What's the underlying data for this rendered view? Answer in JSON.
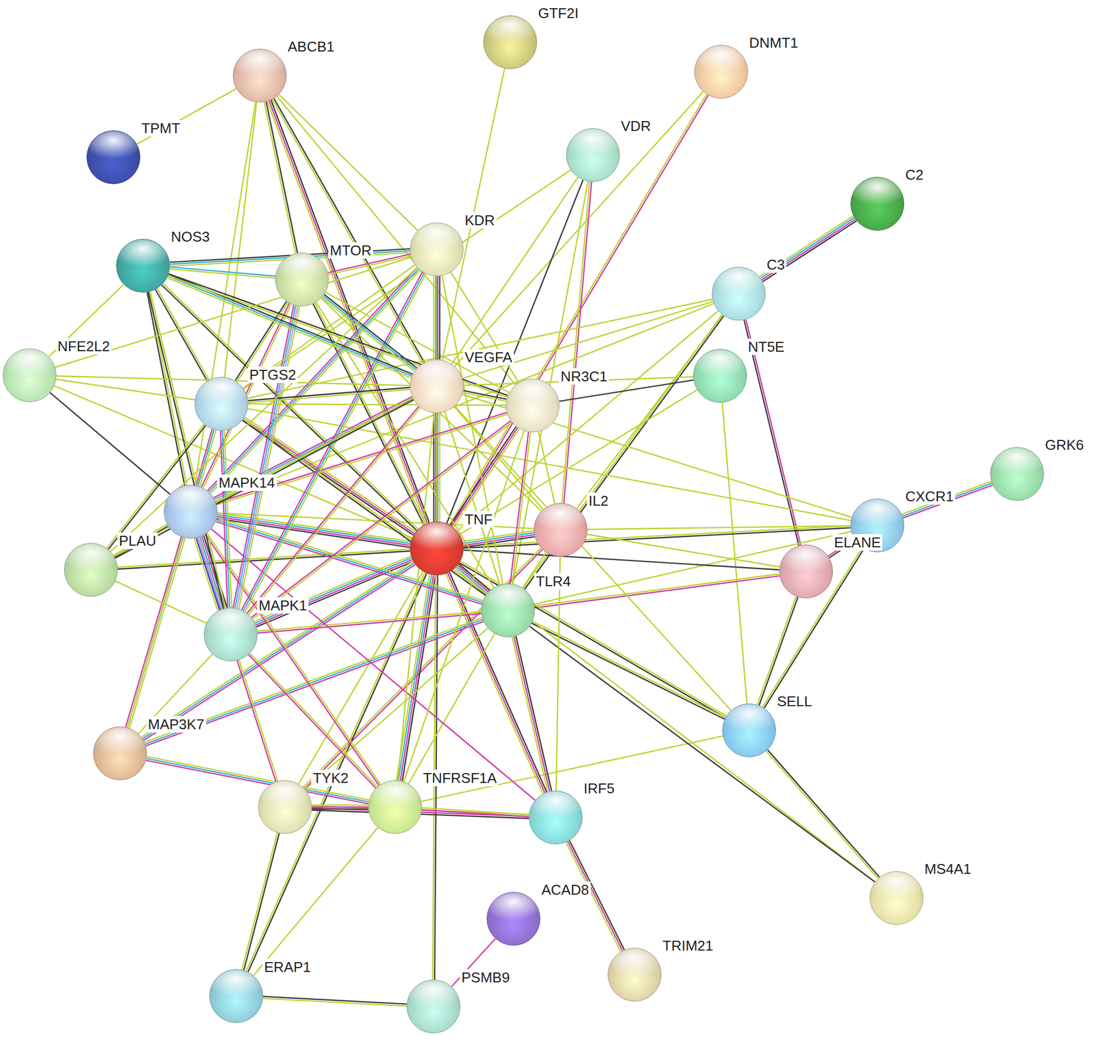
{
  "diagram": {
    "nodes": [
      {
        "text": [
          "GTF2I"
        ]
      },
      {
        "text": [
          "ABCB1"
        ]
      },
      {
        "text": [
          "DNMT1"
        ]
      },
      {
        "text": [
          "TPMT"
        ]
      },
      {
        "text": [
          "VDR"
        ]
      },
      {
        "text": [
          "C2"
        ]
      },
      {
        "text": [
          "KDR"
        ]
      },
      {
        "text": [
          "NOS3"
        ]
      },
      {
        "text": [
          "MTOR"
        ]
      },
      {
        "text": [
          "C3"
        ]
      },
      {
        "text": [
          "NFE2L2"
        ]
      },
      {
        "text": [
          "PTGS2"
        ]
      },
      {
        "text": [
          "VEGFA"
        ]
      },
      {
        "text": [
          "NR3C1"
        ]
      },
      {
        "text": [
          "NT5E"
        ]
      },
      {
        "text": [
          "GRK6"
        ]
      },
      {
        "text": [
          "MAPK14"
        ]
      },
      {
        "text": [
          "IL2"
        ]
      },
      {
        "text": [
          "TNF"
        ]
      },
      {
        "text": [
          "CXCR1"
        ]
      },
      {
        "text": [
          "ELANE"
        ]
      },
      {
        "text": [
          "PLAU"
        ]
      },
      {
        "text": [
          "TLR4"
        ]
      },
      {
        "text": [
          "MAPK1"
        ]
      },
      {
        "text": [
          "SELL"
        ]
      },
      {
        "text": [
          "MAP3K7"
        ]
      },
      {
        "text": [
          "TYK2"
        ]
      },
      {
        "text": [
          "TNFRSF1A"
        ]
      },
      {
        "text": [
          "IRF5"
        ]
      },
      {
        "text": [
          "MS4A1"
        ]
      },
      {
        "text": [
          "ACAD8"
        ]
      },
      {
        "text": [
          "TRIM21"
        ]
      },
      {
        "text": [
          "ERAP1"
        ]
      },
      {
        "text": [
          "PSMB9"
        ]
      }
    ],
    "edges": [
      {
        "from": 1,
        "to": 3,
        "arrow": "none"
      },
      {
        "from": 1,
        "to": 8,
        "arrow": "none"
      },
      {
        "from": 1,
        "to": 12,
        "arrow": "none"
      },
      {
        "from": 1,
        "to": 18,
        "arrow": "none"
      },
      {
        "from": 1,
        "to": 11,
        "arrow": "none"
      },
      {
        "from": 1,
        "to": 13,
        "arrow": "none"
      },
      {
        "from": 1,
        "to": 16,
        "arrow": "none"
      },
      {
        "from": 1,
        "to": 6,
        "arrow": "none"
      },
      {
        "from": 0,
        "to": 12,
        "arrow": "none"
      },
      {
        "from": 2,
        "to": 18,
        "arrow": "none"
      },
      {
        "from": 2,
        "to": 12,
        "arrow": "none"
      },
      {
        "from": 4,
        "to": 18,
        "arrow": "none"
      },
      {
        "from": 4,
        "to": 12,
        "arrow": "none"
      },
      {
        "from": 4,
        "to": 22,
        "arrow": "none"
      },
      {
        "from": 4,
        "to": 11,
        "arrow": "none"
      },
      {
        "from": 4,
        "to": 17,
        "arrow": "none"
      },
      {
        "from": 5,
        "to": 9,
        "arrow": "none"
      },
      {
        "from": 9,
        "to": 18,
        "arrow": "none"
      },
      {
        "from": 9,
        "to": 22,
        "arrow": "none"
      },
      {
        "from": 9,
        "to": 20,
        "arrow": "none"
      },
      {
        "from": 9,
        "to": 12,
        "arrow": "none"
      },
      {
        "from": 9,
        "to": 11,
        "arrow": "none"
      },
      {
        "from": 9,
        "to": 17,
        "arrow": "none"
      },
      {
        "from": 9,
        "to": 16,
        "arrow": "none"
      },
      {
        "from": 14,
        "to": 13,
        "arrow": "none"
      },
      {
        "from": 14,
        "to": 24,
        "arrow": "none"
      },
      {
        "from": 14,
        "to": 18,
        "arrow": "none"
      },
      {
        "from": 15,
        "to": 19,
        "arrow": "none"
      },
      {
        "from": 19,
        "to": 20,
        "arrow": "none"
      },
      {
        "from": 19,
        "to": 18,
        "arrow": "none"
      },
      {
        "from": 19,
        "to": 17,
        "arrow": "none"
      },
      {
        "from": 19,
        "to": 24,
        "arrow": "none"
      },
      {
        "from": 19,
        "to": 22,
        "arrow": "none"
      },
      {
        "from": 19,
        "to": 12,
        "arrow": "none"
      },
      {
        "from": 19,
        "to": 11,
        "arrow": "none"
      },
      {
        "from": 20,
        "to": 18,
        "arrow": "none"
      },
      {
        "from": 20,
        "to": 22,
        "arrow": "none"
      },
      {
        "from": 20,
        "to": 24,
        "arrow": "none"
      },
      {
        "from": 20,
        "to": 17,
        "arrow": "none"
      },
      {
        "from": 24,
        "to": 18,
        "arrow": "none"
      },
      {
        "from": 24,
        "to": 22,
        "arrow": "none"
      },
      {
        "from": 24,
        "to": 29,
        "arrow": "none"
      },
      {
        "from": 24,
        "to": 27,
        "arrow": "none"
      },
      {
        "from": 24,
        "to": 12,
        "arrow": "none"
      },
      {
        "from": 29,
        "to": 18,
        "arrow": "none"
      },
      {
        "from": 29,
        "to": 22,
        "arrow": "none"
      },
      {
        "from": 17,
        "to": 18,
        "arrow": "none"
      },
      {
        "from": 17,
        "to": 22,
        "arrow": "none"
      },
      {
        "from": 17,
        "to": 13,
        "arrow": "none"
      },
      {
        "from": 17,
        "to": 12,
        "arrow": "none"
      },
      {
        "from": 17,
        "to": 8,
        "arrow": "none"
      },
      {
        "from": 17,
        "to": 16,
        "arrow": "none"
      },
      {
        "from": 17,
        "to": 26,
        "arrow": "none"
      },
      {
        "from": 17,
        "to": 28,
        "arrow": "none"
      },
      {
        "from": 18,
        "to": 22,
        "arrow": "none"
      },
      {
        "from": 18,
        "to": 27,
        "arrow": "none"
      },
      {
        "from": 18,
        "to": 12,
        "arrow": "none"
      },
      {
        "from": 18,
        "to": 11,
        "arrow": "none"
      },
      {
        "from": 18,
        "to": 13,
        "arrow": "none"
      },
      {
        "from": 18,
        "to": 16,
        "arrow": "none"
      },
      {
        "from": 18,
        "to": 23,
        "arrow": "none"
      },
      {
        "from": 18,
        "to": 7,
        "arrow": "none"
      },
      {
        "from": 18,
        "to": 8,
        "arrow": "none"
      },
      {
        "from": 18,
        "to": 6,
        "arrow": "none"
      },
      {
        "from": 18,
        "to": 10,
        "arrow": "none"
      },
      {
        "from": 18,
        "to": 21,
        "arrow": "none"
      },
      {
        "from": 18,
        "to": 25,
        "arrow": "none"
      },
      {
        "from": 18,
        "to": 26,
        "arrow": "none"
      },
      {
        "from": 18,
        "to": 28,
        "arrow": "none"
      },
      {
        "from": 18,
        "to": 33,
        "arrow": "none"
      },
      {
        "from": 18,
        "to": 32,
        "arrow": "none"
      },
      {
        "from": 22,
        "to": 13,
        "arrow": "none"
      },
      {
        "from": 22,
        "to": 12,
        "arrow": "none"
      },
      {
        "from": 22,
        "to": 11,
        "arrow": "none"
      },
      {
        "from": 22,
        "to": 16,
        "arrow": "none"
      },
      {
        "from": 22,
        "to": 23,
        "arrow": "none"
      },
      {
        "from": 22,
        "to": 28,
        "arrow": "none"
      },
      {
        "from": 22,
        "to": 27,
        "arrow": "none"
      },
      {
        "from": 22,
        "to": 25,
        "arrow": "none"
      },
      {
        "from": 22,
        "to": 26,
        "arrow": "none"
      },
      {
        "from": 22,
        "to": 8,
        "arrow": "none"
      },
      {
        "from": 22,
        "to": 6,
        "arrow": "none"
      },
      {
        "from": 28,
        "to": 31,
        "arrow": "none"
      },
      {
        "from": 28,
        "to": 26,
        "arrow": "none"
      },
      {
        "from": 28,
        "to": 27,
        "arrow": "none"
      },
      {
        "from": 28,
        "to": 16,
        "arrow": "none"
      },
      {
        "from": 27,
        "to": 16,
        "arrow": "none"
      },
      {
        "from": 27,
        "to": 23,
        "arrow": "none"
      },
      {
        "from": 27,
        "to": 25,
        "arrow": "none"
      },
      {
        "from": 27,
        "to": 26,
        "arrow": "none"
      },
      {
        "from": 27,
        "to": 32,
        "arrow": "none"
      },
      {
        "from": 27,
        "to": 13,
        "arrow": "none"
      },
      {
        "from": 27,
        "to": 12,
        "arrow": "none"
      },
      {
        "from": 26,
        "to": 32,
        "arrow": "none"
      },
      {
        "from": 26,
        "to": 16,
        "arrow": "none"
      },
      {
        "from": 32,
        "to": 33,
        "arrow": "none"
      },
      {
        "from": 30,
        "to": 33,
        "arrow": "none"
      },
      {
        "from": 25,
        "to": 16,
        "arrow": "none"
      },
      {
        "from": 25,
        "to": 23,
        "arrow": "none"
      },
      {
        "from": 25,
        "to": 11,
        "arrow": "none"
      },
      {
        "from": 16,
        "to": 23,
        "arrow": "none"
      },
      {
        "from": 16,
        "to": 11,
        "arrow": "none"
      },
      {
        "from": 16,
        "to": 7,
        "arrow": "none"
      },
      {
        "from": 16,
        "to": 8,
        "arrow": "none"
      },
      {
        "from": 16,
        "to": 6,
        "arrow": "none"
      },
      {
        "from": 16,
        "to": 12,
        "arrow": "none"
      },
      {
        "from": 16,
        "to": 21,
        "arrow": "none"
      },
      {
        "from": 16,
        "to": 13,
        "arrow": "none"
      },
      {
        "from": 23,
        "to": 11,
        "arrow": "none"
      },
      {
        "from": 23,
        "to": 8,
        "arrow": "none"
      },
      {
        "from": 23,
        "to": 6,
        "arrow": "none"
      },
      {
        "from": 23,
        "to": 12,
        "arrow": "none"
      },
      {
        "from": 23,
        "to": 7,
        "arrow": "none"
      },
      {
        "from": 23,
        "to": 21,
        "arrow": "none"
      },
      {
        "from": 23,
        "to": 13,
        "arrow": "none"
      },
      {
        "from": 11,
        "to": 12,
        "arrow": "none"
      },
      {
        "from": 11,
        "to": 7,
        "arrow": "none"
      },
      {
        "from": 11,
        "to": 10,
        "arrow": "none"
      },
      {
        "from": 11,
        "to": 8,
        "arrow": "none"
      },
      {
        "from": 11,
        "to": 6,
        "arrow": "none"
      },
      {
        "from": 11,
        "to": 13,
        "arrow": "none"
      },
      {
        "from": 11,
        "to": 21,
        "arrow": "none"
      },
      {
        "from": 7,
        "to": 8,
        "arrow": "none"
      },
      {
        "from": 7,
        "to": 6,
        "arrow": "none"
      },
      {
        "from": 7,
        "to": 12,
        "arrow": "none"
      },
      {
        "from": 7,
        "to": 10,
        "arrow": "none"
      },
      {
        "from": 7,
        "to": 13,
        "arrow": "none"
      },
      {
        "from": 8,
        "to": 6,
        "arrow": "none"
      },
      {
        "from": 8,
        "to": 12,
        "arrow": "none"
      },
      {
        "from": 8,
        "to": 13,
        "arrow": "none"
      },
      {
        "from": 6,
        "to": 12,
        "arrow": "none"
      },
      {
        "from": 6,
        "to": 13,
        "arrow": "none"
      },
      {
        "from": 6,
        "to": 10,
        "arrow": "none"
      },
      {
        "from": 6,
        "to": 21,
        "arrow": "none"
      },
      {
        "from": 12,
        "to": 13,
        "arrow": "none"
      },
      {
        "from": 12,
        "to": 10,
        "arrow": "none"
      },
      {
        "from": 12,
        "to": 21,
        "arrow": "none"
      },
      {
        "from": 12,
        "to": 14,
        "arrow": "none"
      },
      {
        "from": 10,
        "to": 16,
        "arrow": "none"
      }
    ]
  }
}
